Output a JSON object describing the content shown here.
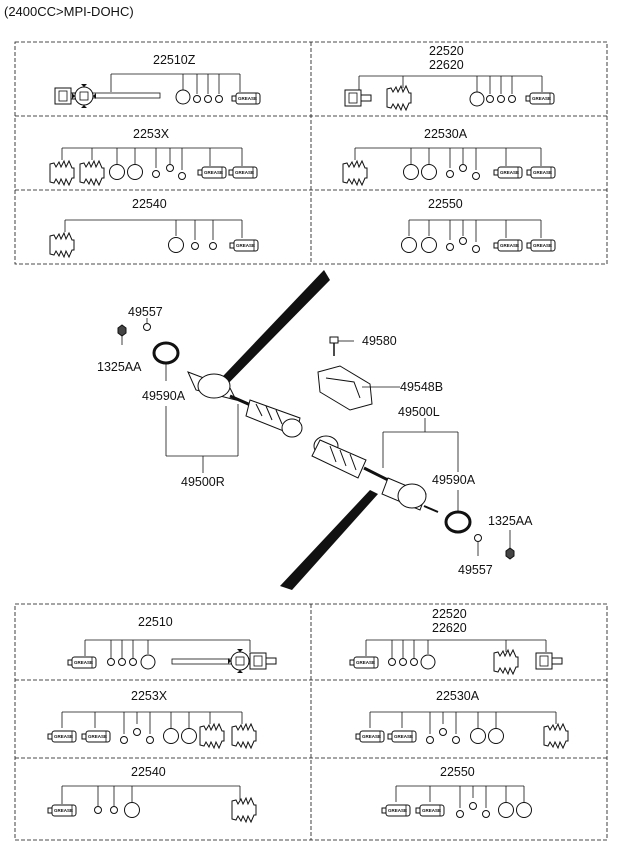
{
  "header": "(2400CC>MPI-DOHC)",
  "grease_text": "GREASE",
  "top_panels": [
    {
      "id": "t-l1",
      "code": "22510Z"
    },
    {
      "id": "t-r1",
      "code": "22520",
      "code2": "22620"
    },
    {
      "id": "t-l2",
      "code": "2253X"
    },
    {
      "id": "t-r2",
      "code": "22530A"
    },
    {
      "id": "t-l3",
      "code": "22540"
    },
    {
      "id": "t-r3",
      "code": "22550"
    }
  ],
  "bottom_panels": [
    {
      "id": "b-l1",
      "code": "22510"
    },
    {
      "id": "b-r1",
      "code": "22520",
      "code2": "22620"
    },
    {
      "id": "b-l2",
      "code": "2253X"
    },
    {
      "id": "b-r2",
      "code": "22530A"
    },
    {
      "id": "b-l3",
      "code": "22540"
    },
    {
      "id": "b-r3",
      "code": "22550"
    }
  ],
  "callouts": {
    "c49557_top": "49557",
    "c1325AA_left": "1325AA",
    "c49590A_left": "49590A",
    "c49500R": "49500R",
    "c49580": "49580",
    "c49548B": "49548B",
    "c49500L": "49500L",
    "c49590A_right": "49590A",
    "c1325AA_right": "1325AA",
    "c49557_bottom": "49557"
  }
}
